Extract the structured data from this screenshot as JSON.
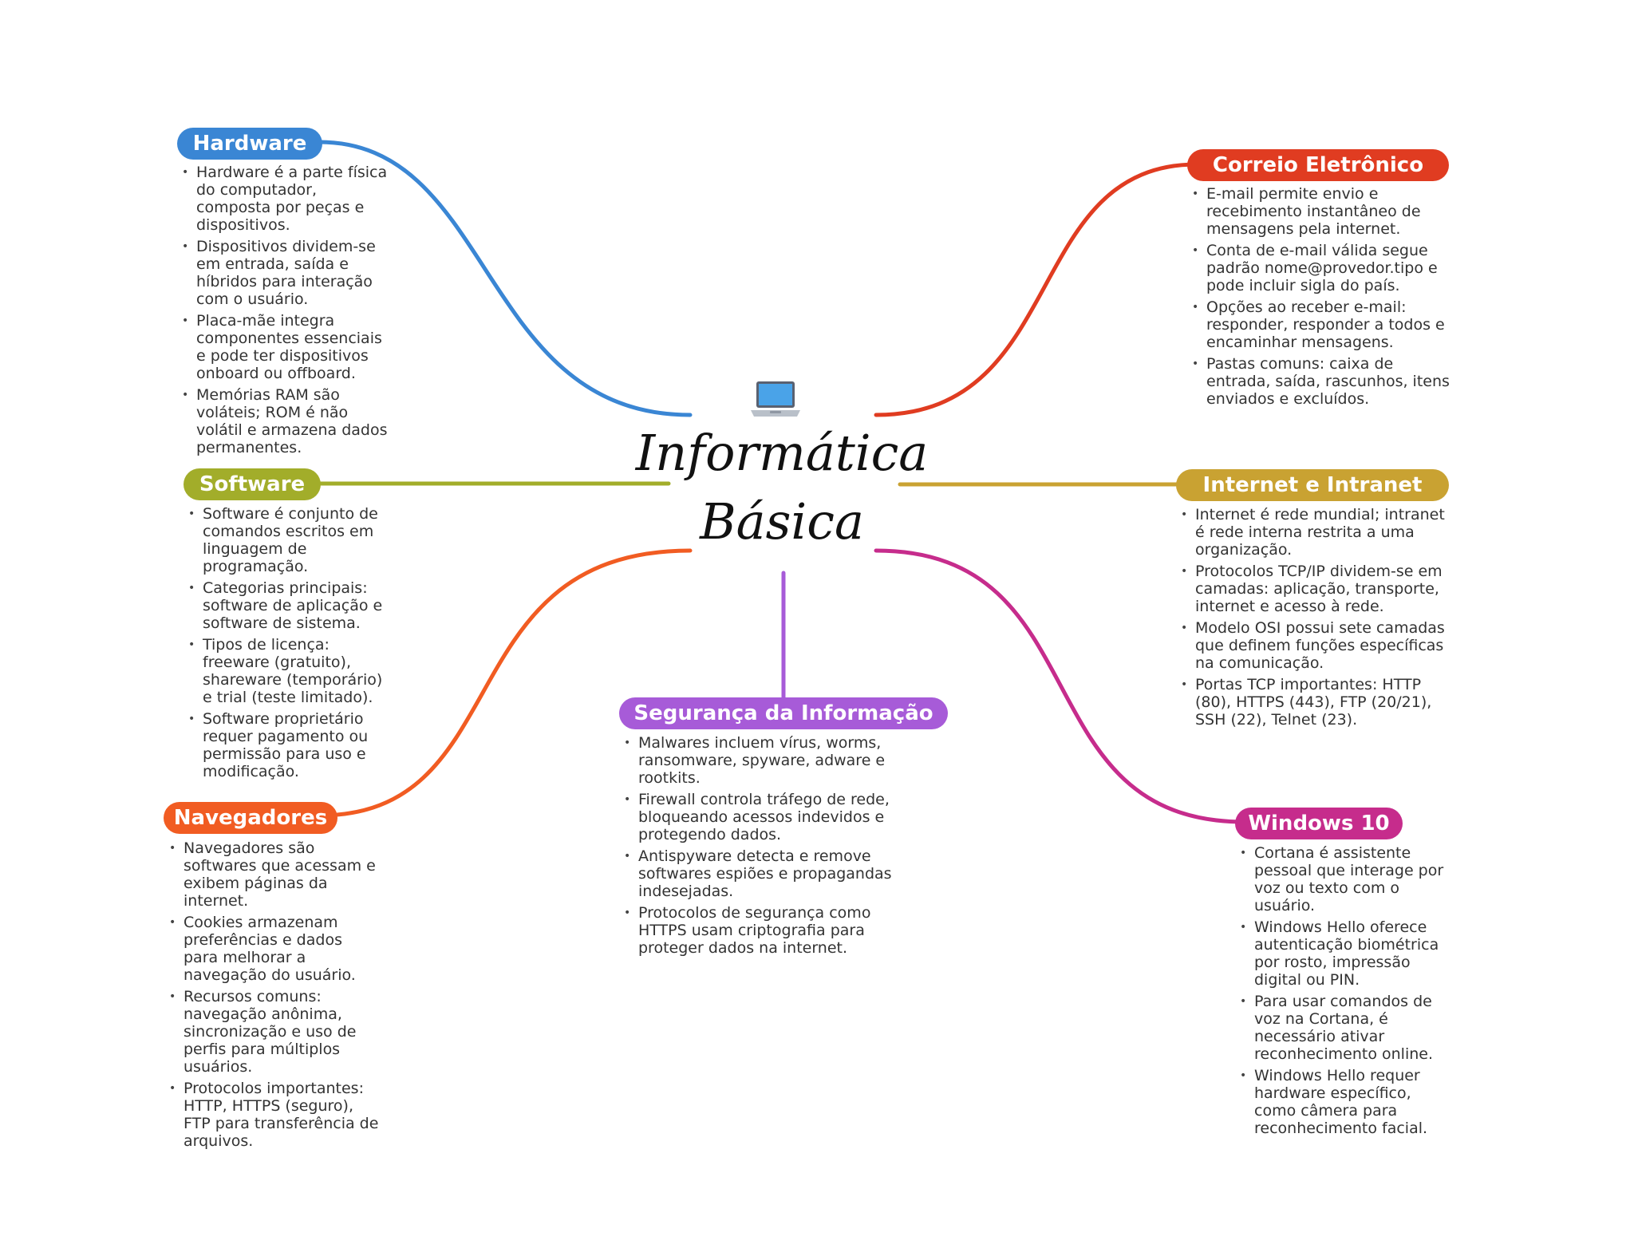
{
  "center": {
    "title_line1": "Informática",
    "title_line2": "Básica",
    "icon": "laptop-icon"
  },
  "colors": {
    "hardware": "#3a86d4",
    "software": "#a2ad2a",
    "navegadores": "#f15c22",
    "seguranca": "#a75bd8",
    "correio": "#e03c21",
    "internet": "#c9a232",
    "windows": "#c62c8c"
  },
  "topics": {
    "hardware": {
      "label": "Hardware",
      "notes": [
        "Hardware é a parte física do computador, composta por peças e dispositivos.",
        "Dispositivos dividem-se em entrada, saída e híbridos para interação com o usuário.",
        "Placa-mãe integra componentes essenciais e pode ter dispositivos onboard ou offboard.",
        "Memórias RAM são voláteis; ROM é não volátil e armazena dados permanentes."
      ]
    },
    "software": {
      "label": "Software",
      "notes": [
        "Software é conjunto de comandos escritos em linguagem de programação.",
        "Categorias principais: software de aplicação e software de sistema.",
        "Tipos de licença: freeware (gratuito), shareware (temporário) e trial (teste limitado).",
        "Software proprietário requer pagamento ou permissão para uso e modificação."
      ]
    },
    "navegadores": {
      "label": "Navegadores",
      "notes": [
        "Navegadores são softwares que acessam e exibem páginas da internet.",
        "Cookies armazenam preferências e dados para melhorar a navegação do usuário.",
        "Recursos comuns: navegação anônima, sincronização e uso de perfis para múltiplos usuários.",
        "Protocolos importantes: HTTP, HTTPS (seguro), FTP para transferência de arquivos."
      ]
    },
    "seguranca": {
      "label": "Segurança da Informação",
      "notes": [
        "Malwares incluem vírus, worms, ransomware, spyware, adware e rootkits.",
        "Firewall controla tráfego de rede, bloqueando acessos indevidos e protegendo dados.",
        "Antispyware detecta e remove softwares espiões e propagandas indesejadas.",
        "Protocolos de segurança como HTTPS usam criptografia para proteger dados na internet."
      ]
    },
    "correio": {
      "label": "Correio Eletrônico",
      "notes": [
        "E-mail permite envio e recebimento instantâneo de mensagens pela internet.",
        "Conta de e-mail válida segue padrão nome@provedor.tipo e pode incluir sigla do país.",
        "Opções ao receber e-mail: responder, responder a todos e encaminhar mensagens.",
        "Pastas comuns: caixa de entrada, saída, rascunhos, itens enviados e excluídos."
      ]
    },
    "internet": {
      "label": "Internet e Intranet",
      "notes": [
        "Internet é rede mundial; intranet é rede interna restrita a uma organização.",
        "Protocolos TCP/IP dividem-se em camadas: aplicação, transporte, internet e acesso à rede.",
        "Modelo OSI possui sete camadas que definem funções específicas na comunicação.",
        "Portas TCP importantes: HTTP (80), HTTPS (443), FTP (20/21), SSH (22), Telnet (23)."
      ]
    },
    "windows": {
      "label": "Windows 10",
      "notes": [
        "Cortana é assistente pessoal que interage por voz ou texto com o usuário.",
        "Windows Hello oferece autenticação biométrica por rosto, impressão digital ou PIN.",
        "Para usar comandos de voz na Cortana, é necessário ativar reconhecimento online.",
        "Windows Hello requer hardware específico, como câmera para reconhecimento facial."
      ]
    }
  }
}
